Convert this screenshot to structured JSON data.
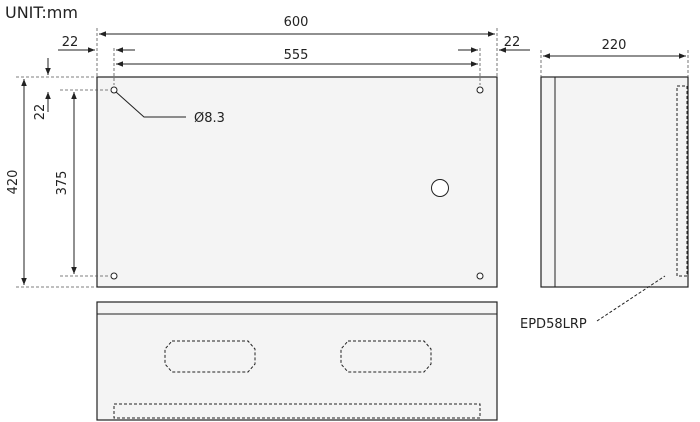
{
  "unit_label": "UNIT:mm",
  "dimensions": {
    "overall_width": "600",
    "hole_spacing_width": "555",
    "left_edge_offset": "22",
    "right_edge_offset": "22",
    "overall_height": "420",
    "hole_spacing_height": "375",
    "top_edge_offset": "22",
    "depth": "220"
  },
  "annotations": {
    "hole_diameter": "Ø8.3",
    "model": "EPD58LRP"
  }
}
